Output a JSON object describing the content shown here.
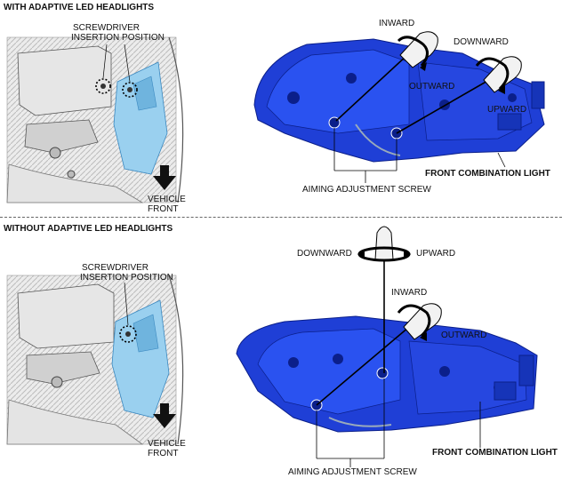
{
  "sections": [
    {
      "title": "WITH ADAPTIVE LED HEADLIGHTS",
      "screwdriver_label": [
        "SCREWDRIVER",
        "INSERTION POSITION"
      ],
      "vehicle_front": [
        "VEHICLE",
        "FRONT"
      ],
      "inward": "INWARD",
      "outward": "OUTWARD",
      "downward": "DOWNWARD",
      "upward": "UPWARD",
      "aiming_screw": "AIMING ADJUSTMENT SCREW",
      "front_light": "FRONT COMBINATION LIGHT"
    },
    {
      "title": "WITHOUT ADAPTIVE LED HEADLIGHTS",
      "screwdriver_label": [
        "SCREWDRIVER",
        "INSERTION POSITION"
      ],
      "vehicle_front": [
        "VEHICLE",
        "FRONT"
      ],
      "downward": "DOWNWARD",
      "upward": "UPWARD",
      "inward": "INWARD",
      "outward": "OUTWARD",
      "aiming_screw": "AIMING ADJUSTMENT SCREW",
      "front_light": "FRONT COMBINATION LIGHT"
    }
  ],
  "colors": {
    "headlight_blue": "#1f3fd6",
    "headlight_dark": "#0b1f8a",
    "light_blue_panel": "#9ad0ef",
    "engine_gray": "#d8d8d8"
  }
}
